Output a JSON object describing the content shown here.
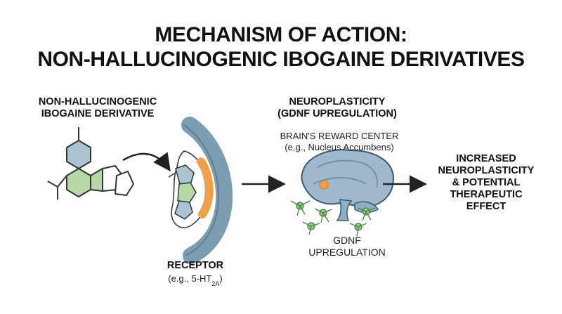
{
  "title": {
    "line1": "MECHANISM OF ACTION:",
    "line2": "NON-HALLUCINOGENIC IBOGAINE DERIVATIVES"
  },
  "derivative": {
    "line1": "NON-HALLUCINOGENIC",
    "line2": "IBOGAINE DERIVATIVE"
  },
  "receptor": {
    "label": "RECEPTOR",
    "example_prefix": "(e.g., 5-HT",
    "example_sub": "2A",
    "example_suffix": ")"
  },
  "neuroplasticity": {
    "line1": "NEUROPLASTICITY",
    "line2": "(GDNF UPREGULATION)",
    "region_line1": "BRAIN'S REWARD CENTER",
    "region_line2": "(e.g., Nucleus Accumbens)",
    "gdnf_line1": "GDNF",
    "gdnf_line2": "UPREGULATION"
  },
  "outcome": {
    "line1": "INCREASED",
    "line2": "NEUROPLASTICITY",
    "line3": "& POTENTIAL",
    "line4": "THERAPEUTIC",
    "line5": "EFFECT"
  },
  "colors": {
    "hexagon_blue": "#a9c3d3",
    "hexagon_green": "#b6d7a8",
    "receptor_arc": "#7d9db3",
    "binding_orange": "#f0a04b",
    "brain_blue": "#9fb8cb",
    "neuron_green": "#8fcf7f",
    "arrow": "#222222"
  },
  "icons": [
    "molecule-icon",
    "receptor-icon",
    "brain-icon",
    "neuron-icon",
    "arrow-icon"
  ]
}
